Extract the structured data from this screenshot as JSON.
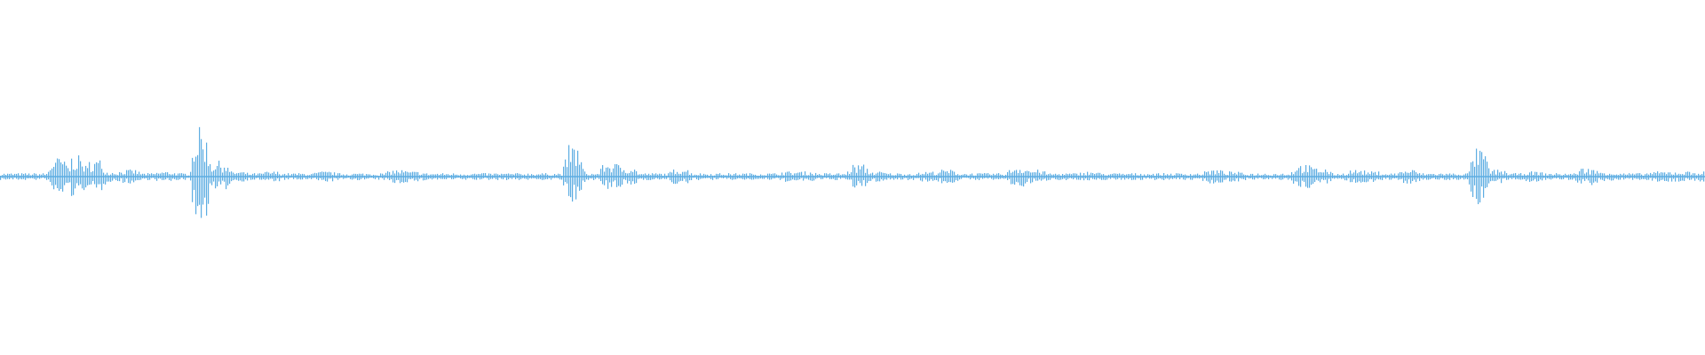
{
  "chart_data": {
    "type": "waveform",
    "title": "",
    "xlabel": "",
    "ylabel": "",
    "ylim": [
      -1,
      1
    ],
    "grid": false,
    "legend": "none",
    "color": "#5dade2",
    "background": "#ffffff",
    "amplitude_envelope": [
      0.02,
      0.02,
      0.02,
      0.11,
      0.12,
      0.1,
      0.03,
      0.04,
      0.02,
      0.03,
      0.02,
      0.28,
      0.09,
      0.03,
      0.02,
      0.03,
      0.02,
      0.02,
      0.03,
      0.02,
      0.02,
      0.02,
      0.04,
      0.03,
      0.02,
      0.02,
      0.02,
      0.02,
      0.02,
      0.02,
      0.02,
      0.02,
      0.18,
      0.02,
      0.08,
      0.06,
      0.02,
      0.02,
      0.05,
      0.02,
      0.02,
      0.02,
      0.02,
      0.02,
      0.03,
      0.03,
      0.02,
      0.02,
      0.07,
      0.03,
      0.02,
      0.02,
      0.03,
      0.04,
      0.02,
      0.02,
      0.02,
      0.06,
      0.04,
      0.02,
      0.02,
      0.03,
      0.02,
      0.02,
      0.02,
      0.02,
      0.02,
      0.02,
      0.04,
      0.03,
      0.02,
      0.02,
      0.02,
      0.07,
      0.05,
      0.02,
      0.04,
      0.03,
      0.02,
      0.04,
      0.02,
      0.02,
      0.02,
      0.16,
      0.04,
      0.02,
      0.03,
      0.02,
      0.02,
      0.05,
      0.03,
      0.02,
      0.02,
      0.03,
      0.03,
      0.03
    ]
  }
}
